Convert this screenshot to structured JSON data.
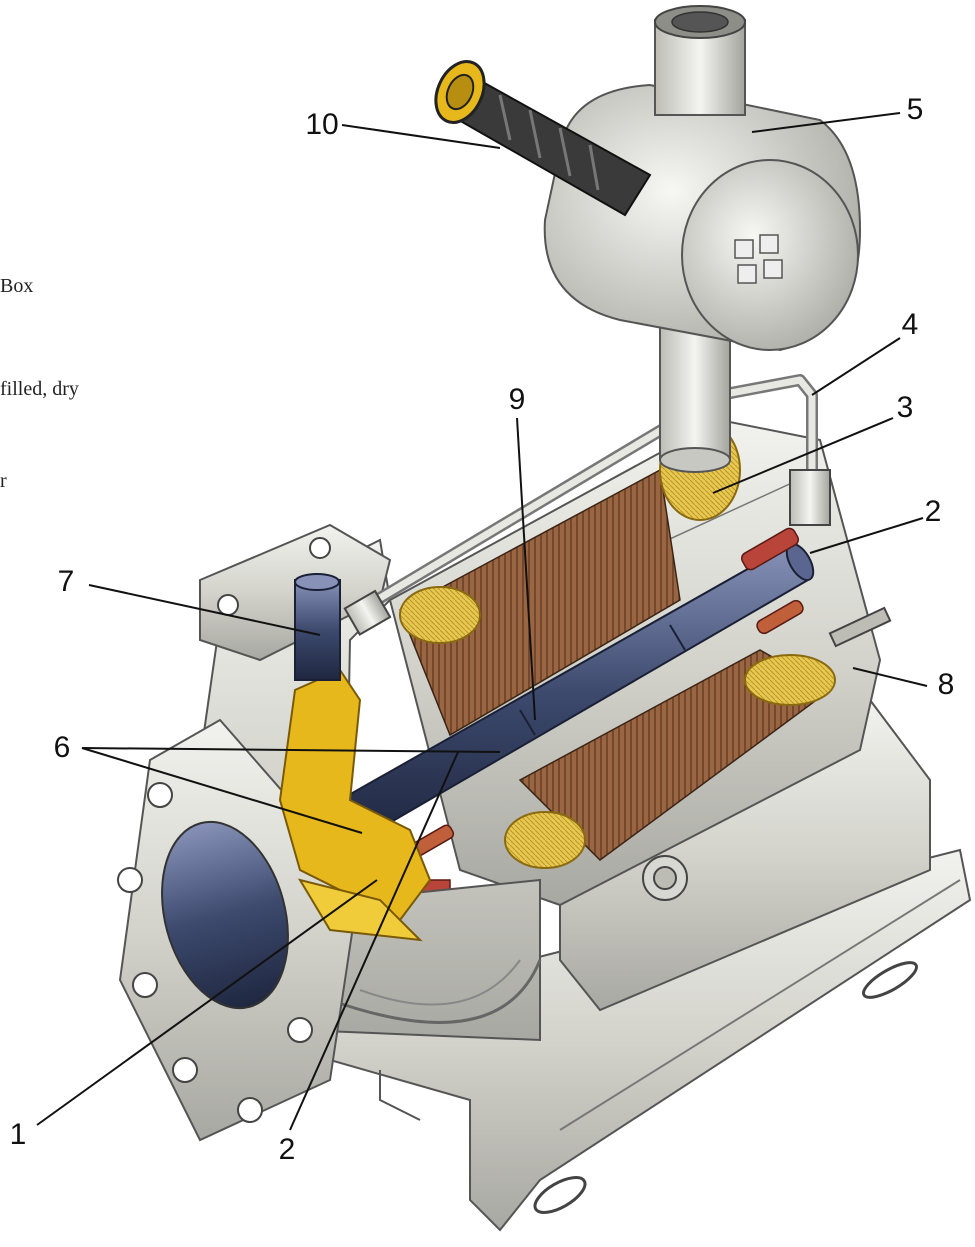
{
  "side_text": {
    "line1": "Box",
    "line2": "filled, dry",
    "line3": "r"
  },
  "callouts": {
    "c10": "10",
    "c5": "5",
    "c4": "4",
    "c9": "9",
    "c3": "3",
    "c2_top": "2",
    "c7": "7",
    "c8": "8",
    "c6": "6",
    "c1": "1",
    "c2_bottom": "2"
  },
  "colors": {
    "casing": "#d9d9d3",
    "casing_dark": "#9c9c96",
    "shaft": "#3d4a6e",
    "stator": "#8a5a3a",
    "winding": "#e3c24a",
    "impeller": "#e6b81c",
    "seal": "#b8443a"
  }
}
